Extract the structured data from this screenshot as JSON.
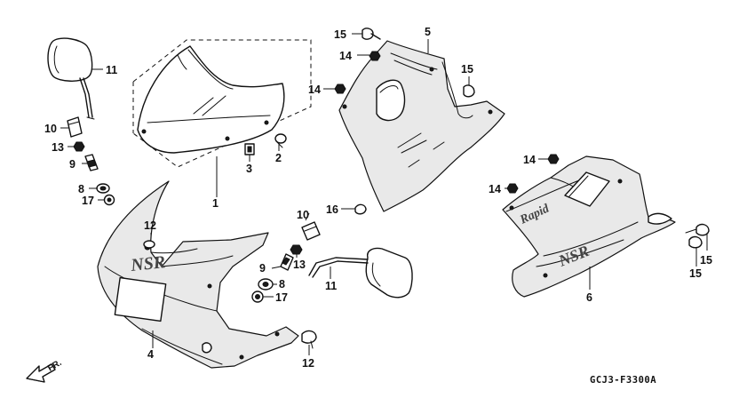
{
  "diagram": {
    "code": "GCJ3-F3300A",
    "direction_label": "FR.",
    "decal_text_upper": "NSR",
    "decal_text_lower": "Rapid",
    "callouts": [
      {
        "id": "c1",
        "text": "1"
      },
      {
        "id": "c2",
        "text": "2"
      },
      {
        "id": "c3",
        "text": "3"
      },
      {
        "id": "c4",
        "text": "4"
      },
      {
        "id": "c5",
        "text": "5"
      },
      {
        "id": "c6",
        "text": "6"
      },
      {
        "id": "c8a",
        "text": "8"
      },
      {
        "id": "c8b",
        "text": "8"
      },
      {
        "id": "c9a",
        "text": "9"
      },
      {
        "id": "c9b",
        "text": "9"
      },
      {
        "id": "c10a",
        "text": "10"
      },
      {
        "id": "c10b",
        "text": "10"
      },
      {
        "id": "c11a",
        "text": "11"
      },
      {
        "id": "c11b",
        "text": "11"
      },
      {
        "id": "c12a",
        "text": "12"
      },
      {
        "id": "c12b",
        "text": "12"
      },
      {
        "id": "c13a",
        "text": "13"
      },
      {
        "id": "c13b",
        "text": "13"
      },
      {
        "id": "c14a",
        "text": "14"
      },
      {
        "id": "c14b",
        "text": "14"
      },
      {
        "id": "c14c",
        "text": "14"
      },
      {
        "id": "c14d",
        "text": "14"
      },
      {
        "id": "c15a",
        "text": "15"
      },
      {
        "id": "c15b",
        "text": "15"
      },
      {
        "id": "c15c",
        "text": "15"
      },
      {
        "id": "c15d",
        "text": "15"
      },
      {
        "id": "c16",
        "text": "16"
      },
      {
        "id": "c17a",
        "text": "17"
      },
      {
        "id": "c17b",
        "text": "17"
      }
    ]
  }
}
